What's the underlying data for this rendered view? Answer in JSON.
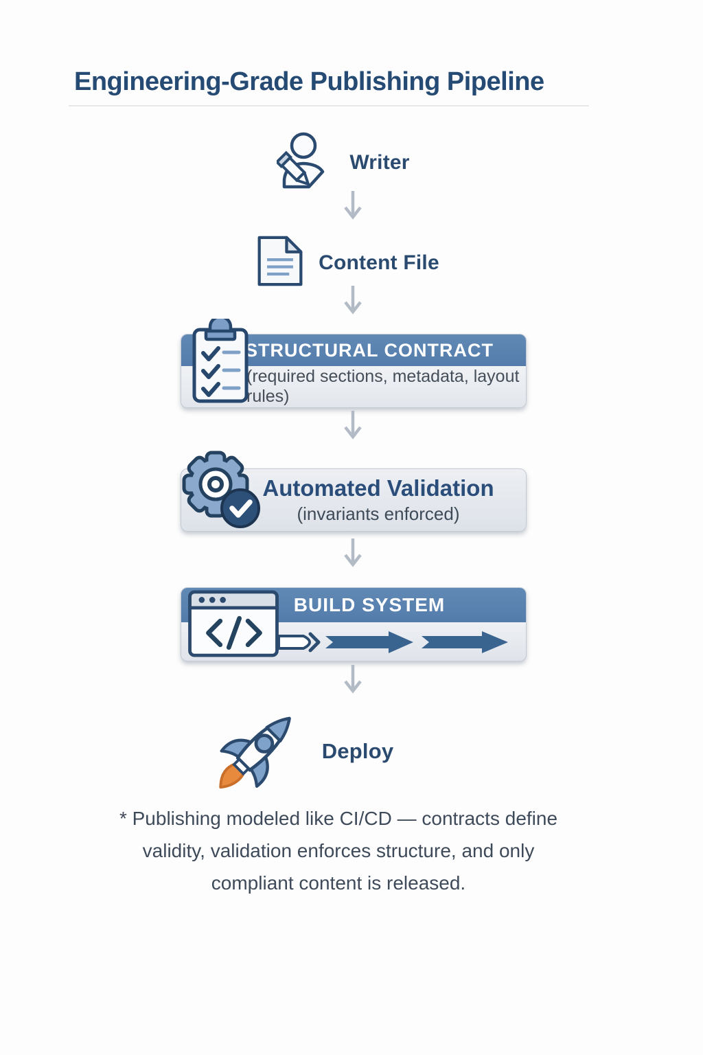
{
  "title": "Engineering-Grade Publishing Pipeline",
  "writer": {
    "label": "Writer",
    "icon": "person-pencil-icon"
  },
  "content_file": {
    "label": "Content File",
    "icon": "document-icon"
  },
  "structural_contract": {
    "title": "STRUCTURAL CONTRACT",
    "subtitle": "(required sections, metadata, layout rules)",
    "icon": "clipboard-checklist-icon"
  },
  "automated_validation": {
    "word1": "Automated",
    "word2": "Validation",
    "subtitle": "(invariants enforced)",
    "icon": "gear-check-icon"
  },
  "build_system": {
    "title": "BUILD SYSTEM",
    "code_glyph": "</>",
    "icon": "code-window-icon"
  },
  "deploy": {
    "label": "Deploy",
    "icon": "rocket-icon"
  },
  "footnote": {
    "lines": [
      "* Publishing modeled like CI/CD — contracts define",
      "validity, validation enforces structure, and only",
      "compliant content is released."
    ]
  },
  "colors": {
    "header_blue": "#5b83b0",
    "navy": "#2b4a70",
    "icon_blue": "#7fa2ca",
    "card_light": "#eceef2",
    "flow_arrow_gray": "#b2bac6",
    "flame_orange": "#e78a3e",
    "footnote_text": "#3e4a59"
  }
}
